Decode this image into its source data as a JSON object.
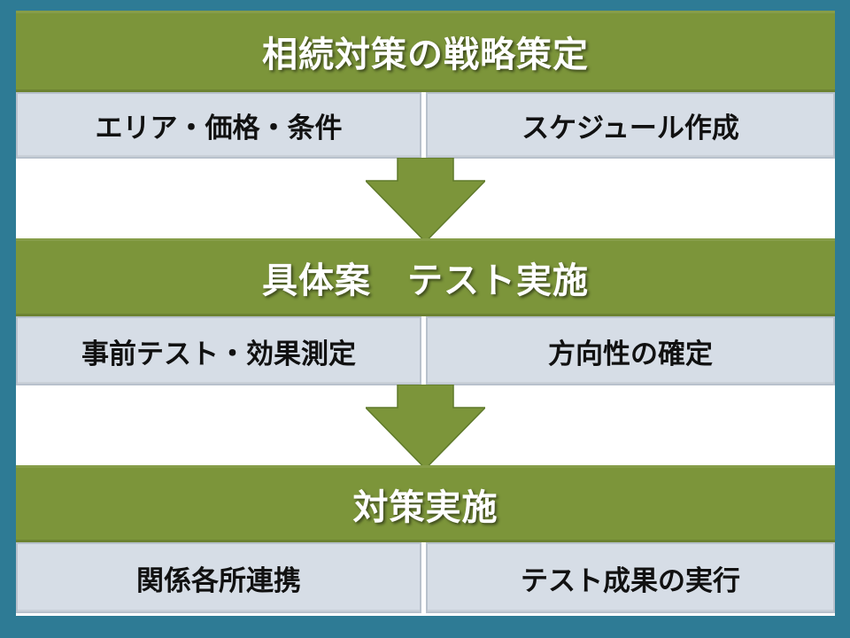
{
  "colors": {
    "background": "#2e7b95",
    "band": "#7c953a",
    "cell": "#d6dde6",
    "arrow": "#7c953a"
  },
  "sections": [
    {
      "title": "相続対策の戦略策定",
      "items": [
        "エリア・価格・条件",
        "スケジュール作成"
      ]
    },
    {
      "title": "具体案　テスト実施",
      "items": [
        "事前テスト・効果測定",
        "方向性の確定"
      ]
    },
    {
      "title": "対策実施",
      "items": [
        "関係各所連携",
        "テスト成果の実行"
      ]
    }
  ],
  "arrows": [
    "down-arrow",
    "down-arrow"
  ]
}
